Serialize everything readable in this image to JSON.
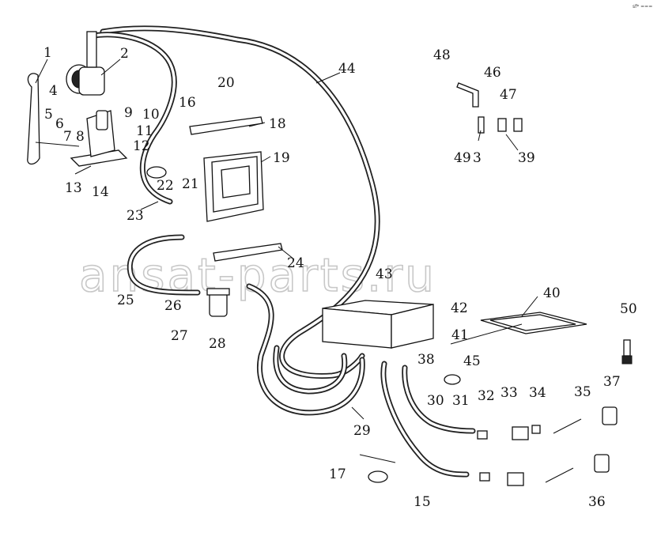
{
  "corner_mark": "sf* ===",
  "watermark": "ansat-parts.ru",
  "callouts": [
    "1",
    "2",
    "3",
    "4",
    "5",
    "6",
    "7",
    "8",
    "9",
    "10",
    "11",
    "12",
    "13",
    "14",
    "15",
    "16",
    "17",
    "18",
    "19",
    "20",
    "21",
    "22",
    "23",
    "24",
    "25",
    "26",
    "27",
    "28",
    "29",
    "30",
    "31",
    "32",
    "33",
    "34",
    "35",
    "36",
    "37",
    "38",
    "39",
    "40",
    "41",
    "42",
    "43",
    "44",
    "45",
    "46",
    "47",
    "48",
    "49",
    "50"
  ]
}
